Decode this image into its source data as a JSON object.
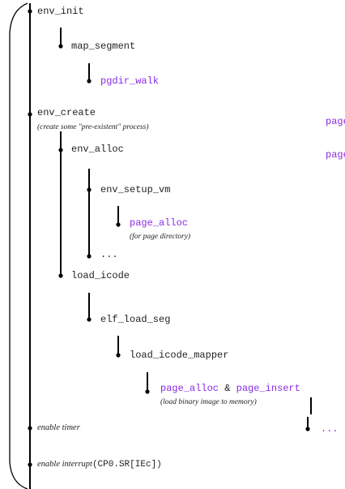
{
  "diagram": {
    "nodes": {
      "env_init": "env_init",
      "map_segment": "map_segment",
      "pgdir_walk": "pgdir_walk",
      "env_create": "env_create",
      "env_create_note": "(create some \"pre-existent\" process)",
      "env_alloc": "env_alloc",
      "env_setup_vm": "env_setup_vm",
      "page_alloc_1": "page_alloc",
      "page_alloc_1_note": "(for page directory)",
      "ellipsis_1": "...",
      "load_icode": "load_icode",
      "elf_load_seg": "elf_load_seg",
      "load_icode_mapper": "load_icode_mapper",
      "page_alloc_2": "page_alloc",
      "amp": "&",
      "page_insert": "page_insert",
      "load_note": "(load binary image to memory)",
      "ellipsis_2": "...",
      "enable_timer": "enable timer",
      "enable_interrupt": "enable interrupt",
      "enable_interrupt_reg": "(CP0.SR[IEc])",
      "side_1": "page",
      "side_2": "page"
    },
    "colors": {
      "highlight": "#8a2be2",
      "text": "#222222",
      "line": "#000000"
    }
  }
}
